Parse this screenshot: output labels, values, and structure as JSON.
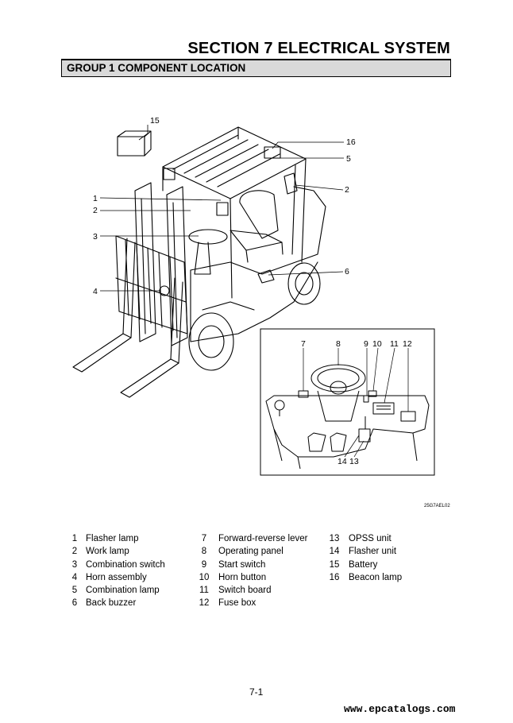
{
  "section_title": "SECTION 7 ELECTRICAL SYSTEM",
  "group_title": "GROUP 1 COMPONENT LOCATION",
  "figure": {
    "callouts_main": [
      "15",
      "16",
      "5",
      "2",
      "1",
      "2",
      "3",
      "6",
      "4"
    ],
    "callouts_inset_top": [
      "7",
      "8",
      "9",
      "10",
      "11",
      "12"
    ],
    "callouts_inset_bottom": [
      "14",
      "13"
    ],
    "code": "25G7AEL02"
  },
  "legend": {
    "col1": [
      {
        "num": "1",
        "name": "Flasher lamp"
      },
      {
        "num": "2",
        "name": "Work lamp"
      },
      {
        "num": "3",
        "name": "Combination switch"
      },
      {
        "num": "4",
        "name": "Horn assembly"
      },
      {
        "num": "5",
        "name": "Combination lamp"
      },
      {
        "num": "6",
        "name": "Back buzzer"
      }
    ],
    "col2": [
      {
        "num": "7",
        "name": "Forward-reverse lever"
      },
      {
        "num": "8",
        "name": "Operating panel"
      },
      {
        "num": "9",
        "name": "Start switch"
      },
      {
        "num": "10",
        "name": "Horn button"
      },
      {
        "num": "11",
        "name": "Switch board"
      },
      {
        "num": "12",
        "name": "Fuse box"
      }
    ],
    "col3": [
      {
        "num": "13",
        "name": "OPSS unit"
      },
      {
        "num": "14",
        "name": "Flasher unit"
      },
      {
        "num": "15",
        "name": "Battery"
      },
      {
        "num": "16",
        "name": "Beacon lamp"
      }
    ]
  },
  "page_number": "7-1",
  "watermark": "www.epcatalogs.com"
}
